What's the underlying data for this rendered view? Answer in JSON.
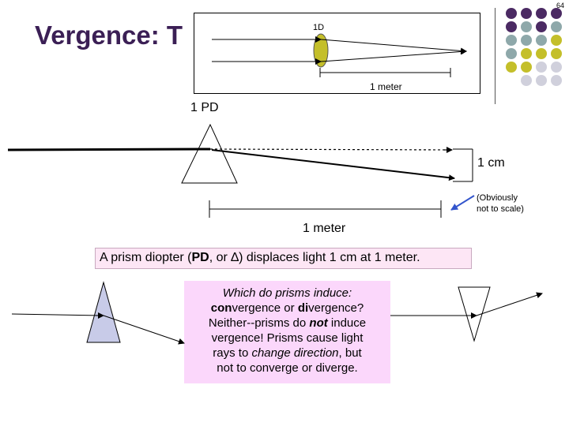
{
  "page_number": "64",
  "title_left": "Vergence: T",
  "title_right": "la",
  "inset": {
    "lens_label": "1D",
    "distance_label": "1 meter"
  },
  "prism_diagram": {
    "prism_label": "1 PD",
    "displacement_label": "1 cm",
    "distance_label": "1 meter",
    "scale_note_line1": "(Obviously",
    "scale_note_line2": "not to scale)"
  },
  "definition": {
    "text_before": "A prism diopter (",
    "abbr": "PD",
    "text_mid": ", or ",
    "symbol": "∆",
    "text_after": ") displaces light 1 cm at 1 meter."
  },
  "question": {
    "line1": "Which do prisms induce:",
    "line2_a": "con",
    "line2_b": "vergence or ",
    "line2_c": "di",
    "line2_d": "vergence?",
    "line3_a": "Neither--prisms do ",
    "line3_b": "not",
    "line3_c": " induce",
    "line4": "vergence! Prisms cause light",
    "line5_a": "rays to ",
    "line5_b": "change direction",
    "line5_c": ", but",
    "line6": "not to converge or diverge."
  },
  "colors": {
    "title": "#3b1f55",
    "purple_dot": "#4b2a63",
    "teal_dot": "#8ea8aa",
    "olive_dot": "#c4bf2a",
    "lavender_dot": "#d0d0dc",
    "lens_fill": "#c4bf2a",
    "prism_fill": "#c8cbe8",
    "callout_bg": "#fde6f5",
    "question_bg": "#fbd7fb",
    "pointer_blue": "#3355cc"
  }
}
